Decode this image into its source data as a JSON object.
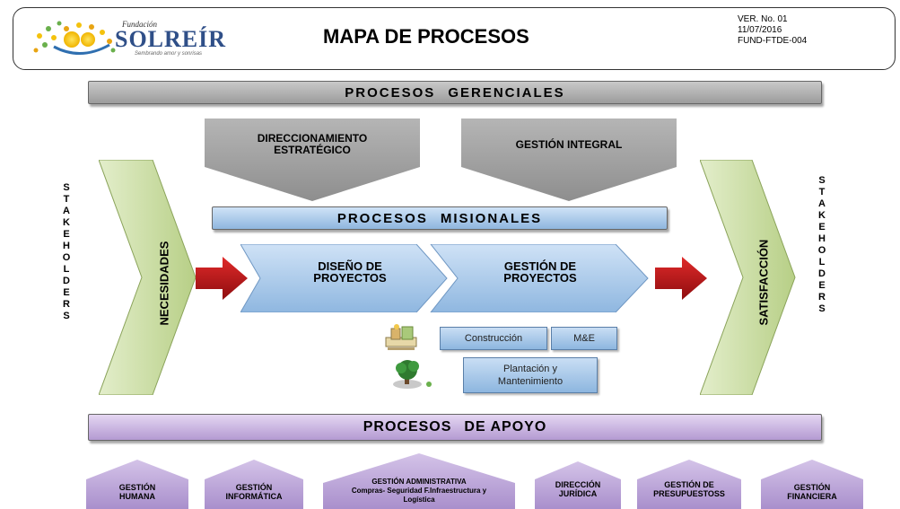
{
  "header": {
    "logo_small": "Fundación",
    "logo_name": "SOLREÍR",
    "logo_tagline": "Sembrando amor y sonrisas",
    "title": "MAPA DE PROCESOS",
    "version": "VER. No. 01",
    "date": "11/07/2016",
    "code": "FUND-FTDE-004"
  },
  "gerenciales": {
    "bar_label_1": "PROCESOS",
    "bar_label_2": "GERENCIALES",
    "direccionamiento_1": "DIRECCIONAMIENTO",
    "direccionamiento_2": "ESTRATÉGICO",
    "gestion_integral": "GESTIÓN INTEGRAL"
  },
  "stakeholders_left": "STAKEHOLDERS",
  "stakeholders_right": "STAKEHOLDERS",
  "necesidades": "NECESIDADES",
  "satisfaccion": "SATISFACCIÓN",
  "misionales": {
    "bar_label_1": "PROCESOS",
    "bar_label_2": "MISIONALES",
    "diseno_1": "DISEÑO DE",
    "diseno_2": "PROYECTOS",
    "gestion_1": "GESTIÓN DE",
    "gestion_2": "PROYECTOS",
    "construccion": "Construcción",
    "mye": "M&E",
    "plantacion_1": "Plantación y",
    "plantacion_2": "Mantenimiento"
  },
  "apoyo": {
    "bar_label_1": "PROCESOS",
    "bar_label_2": "DE APOYO",
    "items": [
      {
        "l1": "GESTIÓN",
        "l2": "HUMANA",
        "l3": ""
      },
      {
        "l1": "GESTIÓN",
        "l2": "INFORMÁTICA",
        "l3": ""
      },
      {
        "l1": "GESTIÓN ADMINISTRATIVA",
        "l2": "Compras- Seguridad F.Infraestructura y",
        "l3": "Logística"
      },
      {
        "l1": "DIRECCIÓN",
        "l2": "JURÍDICA",
        "l3": ""
      },
      {
        "l1": "GESTIÓN DE",
        "l2": "PRESUPUESTOSS",
        "l3": ""
      },
      {
        "l1": "GESTIÓN",
        "l2": "FINANCIERA",
        "l3": ""
      }
    ]
  },
  "colors": {
    "gerencial": "#a8a8a8",
    "misional": "#9fc3e7",
    "apoyo": "#b8a0d6",
    "side_chevron": "#c9dca0",
    "red_arrow": "#c0191c"
  }
}
